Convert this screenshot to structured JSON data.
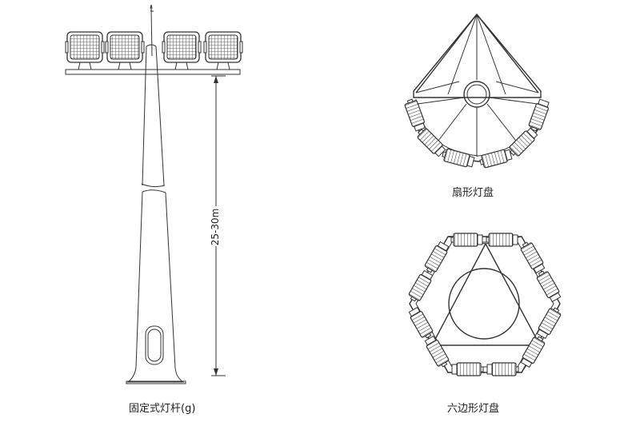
{
  "pole": {
    "caption": "固定式灯杆(g)",
    "height_dimension": "25-30m",
    "lamp_count": 4
  },
  "fan_panel": {
    "caption": "扇形灯盘",
    "lamp_count": 6
  },
  "hex_panel": {
    "caption": "六边形灯盘",
    "lamp_count": 12
  },
  "colors": {
    "line": "#333333",
    "background": "#ffffff"
  }
}
